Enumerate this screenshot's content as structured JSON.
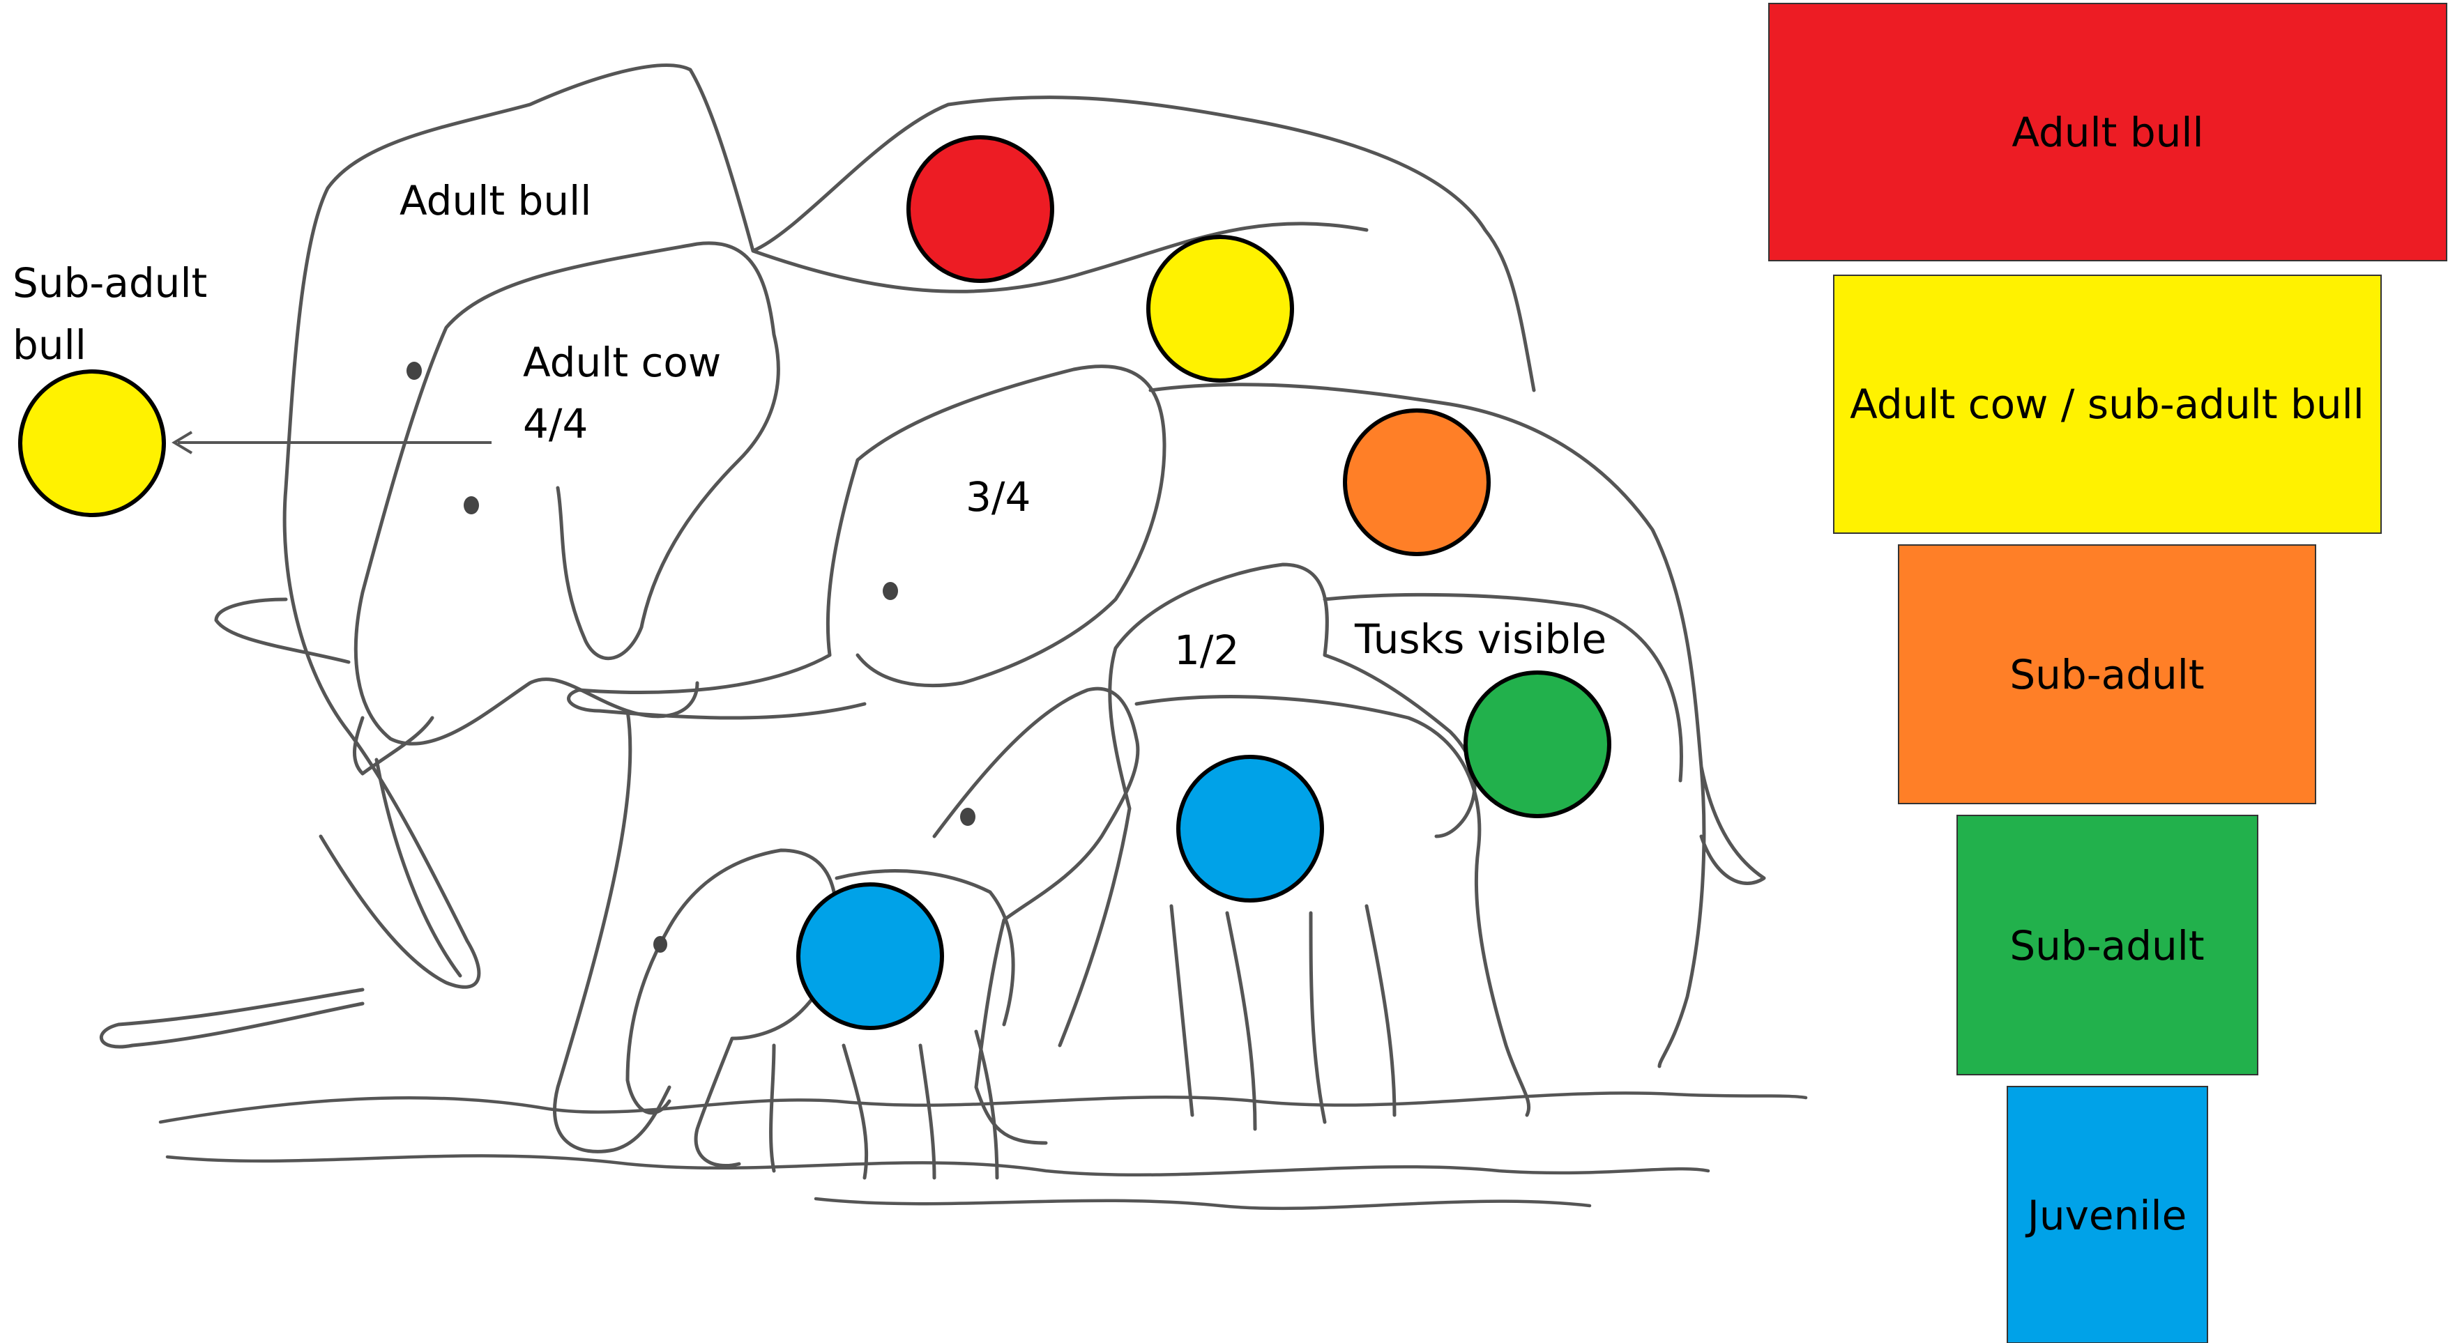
{
  "labels": {
    "adult_bull": "Adult bull",
    "sub_adult_bull_line1": "Sub-adult",
    "sub_adult_bull_line2": "bull",
    "adult_cow_line1": "Adult cow",
    "adult_cow_line2": "4/4",
    "three_quarter": "3/4",
    "one_half": "1/2",
    "tusks_visible": "Tusks visible"
  },
  "legend": [
    {
      "label": "Adult bull",
      "color": "#ed1c24"
    },
    {
      "label": "Adult cow / sub-adult bull",
      "color": "#fff200"
    },
    {
      "label": "Sub-adult",
      "color": "#ff7f27"
    },
    {
      "label": "Sub-adult",
      "color": "#22b14c"
    },
    {
      "label": "Juvenile",
      "color": "#00a2e8"
    }
  ],
  "markers": [
    {
      "name": "adult-bull-marker",
      "color": "#ed1c24"
    },
    {
      "name": "adult-cow-marker",
      "color": "#fff200"
    },
    {
      "name": "sub-adult-bull-marker",
      "color": "#fff200"
    },
    {
      "name": "three-quarter-marker",
      "color": "#ff7f27"
    },
    {
      "name": "tusks-visible-marker",
      "color": "#22b14c"
    },
    {
      "name": "one-half-marker",
      "color": "#00a2e8"
    },
    {
      "name": "calf-marker",
      "color": "#00a2e8"
    }
  ]
}
